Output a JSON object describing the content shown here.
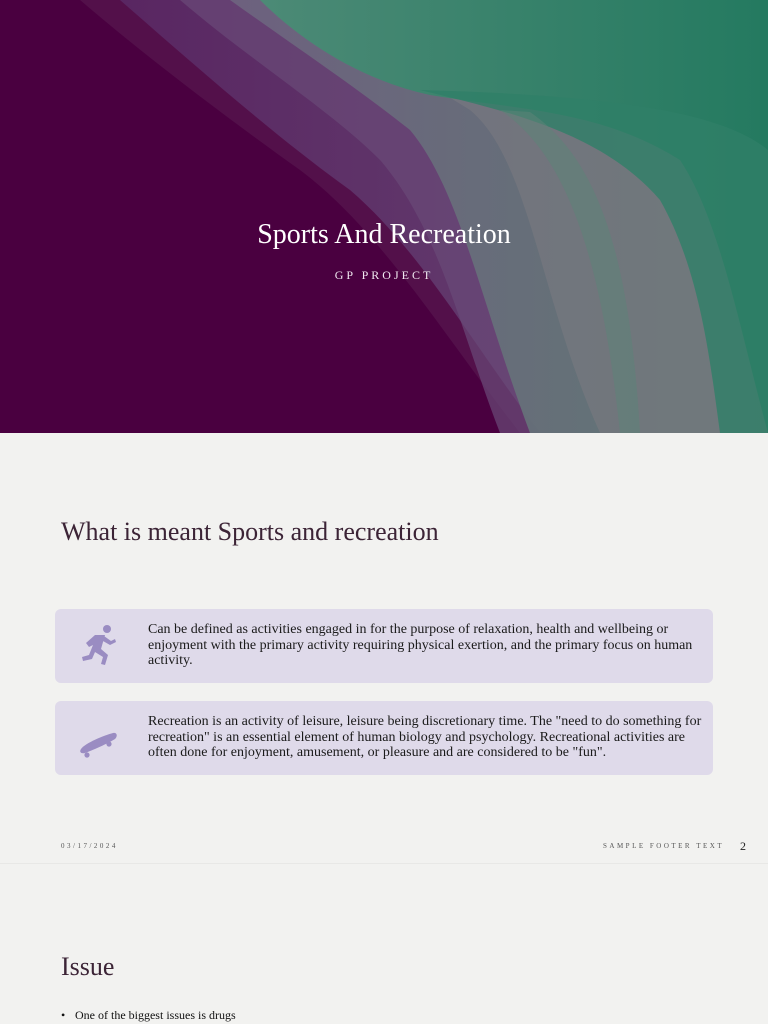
{
  "slide1": {
    "title": "Sports And Recreation",
    "subtitle": "GP PROJECT",
    "colors": {
      "purple": "#4a0040",
      "green": "#2a7a62"
    }
  },
  "slide2": {
    "heading": "What is meant Sports and recreation",
    "cards": [
      {
        "icon": "runner-icon",
        "text": "Can be defined as activities engaged in for the purpose of relaxation, health and wellbeing or enjoyment with the primary activity requiring physical exertion, and the primary focus on human activity."
      },
      {
        "icon": "skateboard-icon",
        "text": "Recreation is an activity of leisure, leisure being discretionary time. The \"need to do something for recreation\" is an essential element of human biology and psychology. Recreational activities are often done for enjoyment, amusement, or pleasure and are considered to be \"fun\"."
      }
    ],
    "footer": {
      "date": "03/17/2024",
      "text": "SAMPLE FOOTER TEXT",
      "page": "2"
    },
    "colors": {
      "card_bg": "#dfdaea",
      "icon": "#9a8cc2"
    }
  },
  "slide3": {
    "heading": "Issue",
    "bullets": [
      "One of the biggest issues is drugs"
    ]
  }
}
